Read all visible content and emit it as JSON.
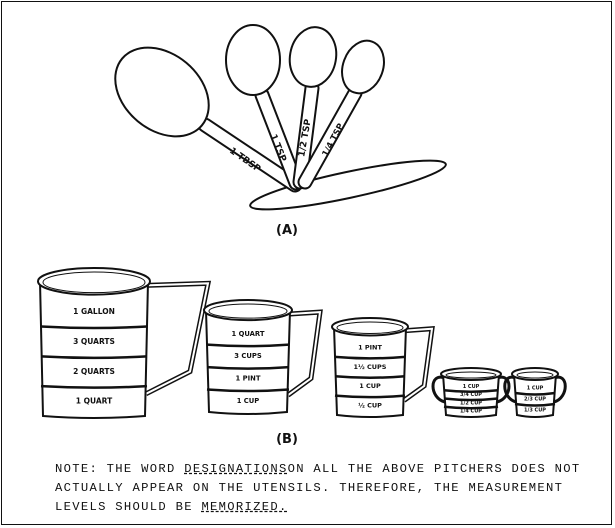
{
  "figure_a": {
    "label": "(A)",
    "spoons": [
      "1 TBSP",
      "1 TSP",
      "1/2 TSP",
      "1/4 TSP"
    ]
  },
  "figure_b": {
    "label": "(B)",
    "pitchers": [
      {
        "name": "gallon",
        "levels": [
          "1 GALLON",
          "3 QUARTS",
          "2 QUARTS",
          "1 QUART"
        ]
      },
      {
        "name": "quart",
        "levels": [
          "1 QUART",
          "3 CUPS",
          "1 PINT",
          "1 CUP"
        ]
      },
      {
        "name": "pint",
        "levels": [
          "1 PINT",
          "1½ CUPS",
          "1 CUP",
          "½ CUP"
        ]
      },
      {
        "name": "cup-quarters",
        "levels": [
          "1 CUP",
          "3/4 CUP",
          "1/2 CUP",
          "1/4 CUP"
        ]
      },
      {
        "name": "cup-thirds",
        "levels": [
          "1 CUP",
          "2/3 CUP",
          "1/3 CUP"
        ]
      }
    ]
  },
  "note": {
    "part1": "NOTE: THE WORD ",
    "designations": "DESIGNATIONS",
    "part2": "ON ALL THE ABOVE PITCHERS DOES NOT\nACTUALLY APPEAR ON THE UTENSILS. THEREFORE, THE MEASUREMENT\nLEVELS SHOULD BE ",
    "memorized": "MEMORIZED."
  }
}
